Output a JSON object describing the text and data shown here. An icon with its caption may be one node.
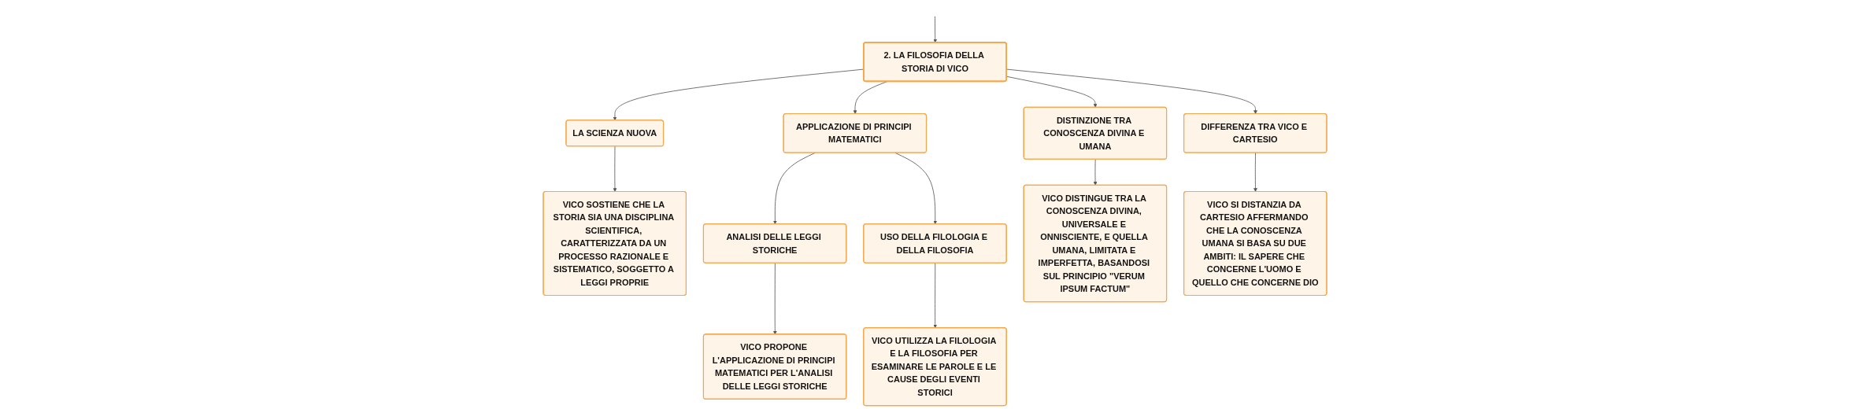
{
  "diagram": {
    "nodes": [
      {
        "text": [
          "2. LA FILOSOFIA DELLA STORIA DI VICO"
        ]
      },
      {
        "text": [
          "LA SCIENZA NUOVA"
        ]
      },
      {
        "text": [
          "VICO SOSTIENE CHE LA STORIA SIA UNA DISCIPLINA SCIENTIFICA, CARATTERIZZATA DA UN PROCESSO RAZIONALE E SISTEMATICO, SOGGETTO A LEGGI PROPRIE"
        ]
      },
      {
        "text": [
          "APPLICAZIONE DI PRINCIPI MATEMATICI"
        ]
      },
      {
        "text": [
          "ANALISI DELLE LEGGI STORICHE"
        ]
      },
      {
        "text": [
          "VICO PROPONE L'APPLICAZIONE DI PRINCIPI MATEMATICI PER L'ANALISI DELLE LEGGI STORICHE"
        ]
      },
      {
        "text": [
          "USO DELLA FILOLOGIA E DELLA FILOSOFIA"
        ]
      },
      {
        "text": [
          "VICO UTILIZZA LA FILOLOGIA E LA FILOSOFIA PER ESAMINARE LE PAROLE E LE CAUSE DEGLI EVENTI STORICI"
        ]
      },
      {
        "text": [
          "DISTINZIONE TRA CONOSCENZA DIVINA E UMANA"
        ]
      },
      {
        "text": [
          "VICO DISTINGUE TRA LA CONOSCENZA DIVINA, UNIVERSALE E ONNISCIENTE, E QUELLA UMANA, LIMITATA E IMPERFETTA, BASANDOSI SUL PRINCIPIO \"VERUM IPSUM FACTUM\""
        ]
      },
      {
        "text": [
          "DIFFERENZA TRA VICO E CARTESIO"
        ]
      },
      {
        "text": [
          "VICO SI DISTANZIA DA CARTESIO AFFERMANDO CHE LA CONOSCENZA UMANA SI BASA SU DUE AMBITI: IL SAPERE CHE CONCERNE L'UOMO E QUELLO CHE CONCERNE DIO"
        ]
      }
    ],
    "edges": [
      {
        "from": null,
        "to": 0,
        "arrow": "to"
      },
      {
        "from": 0,
        "to": 1,
        "arrow": "to"
      },
      {
        "from": 1,
        "to": 2,
        "arrow": "to"
      },
      {
        "from": 0,
        "to": 3,
        "arrow": "to"
      },
      {
        "from": 3,
        "to": 4,
        "arrow": "to"
      },
      {
        "from": 4,
        "to": 5,
        "arrow": "to"
      },
      {
        "from": 3,
        "to": 6,
        "arrow": "to"
      },
      {
        "from": 6,
        "to": 7,
        "arrow": "to"
      },
      {
        "from": 0,
        "to": 8,
        "arrow": "to"
      },
      {
        "from": 8,
        "to": 9,
        "arrow": "to"
      },
      {
        "from": 0,
        "to": 10,
        "arrow": "to"
      },
      {
        "from": 10,
        "to": 11,
        "arrow": "to"
      }
    ]
  }
}
